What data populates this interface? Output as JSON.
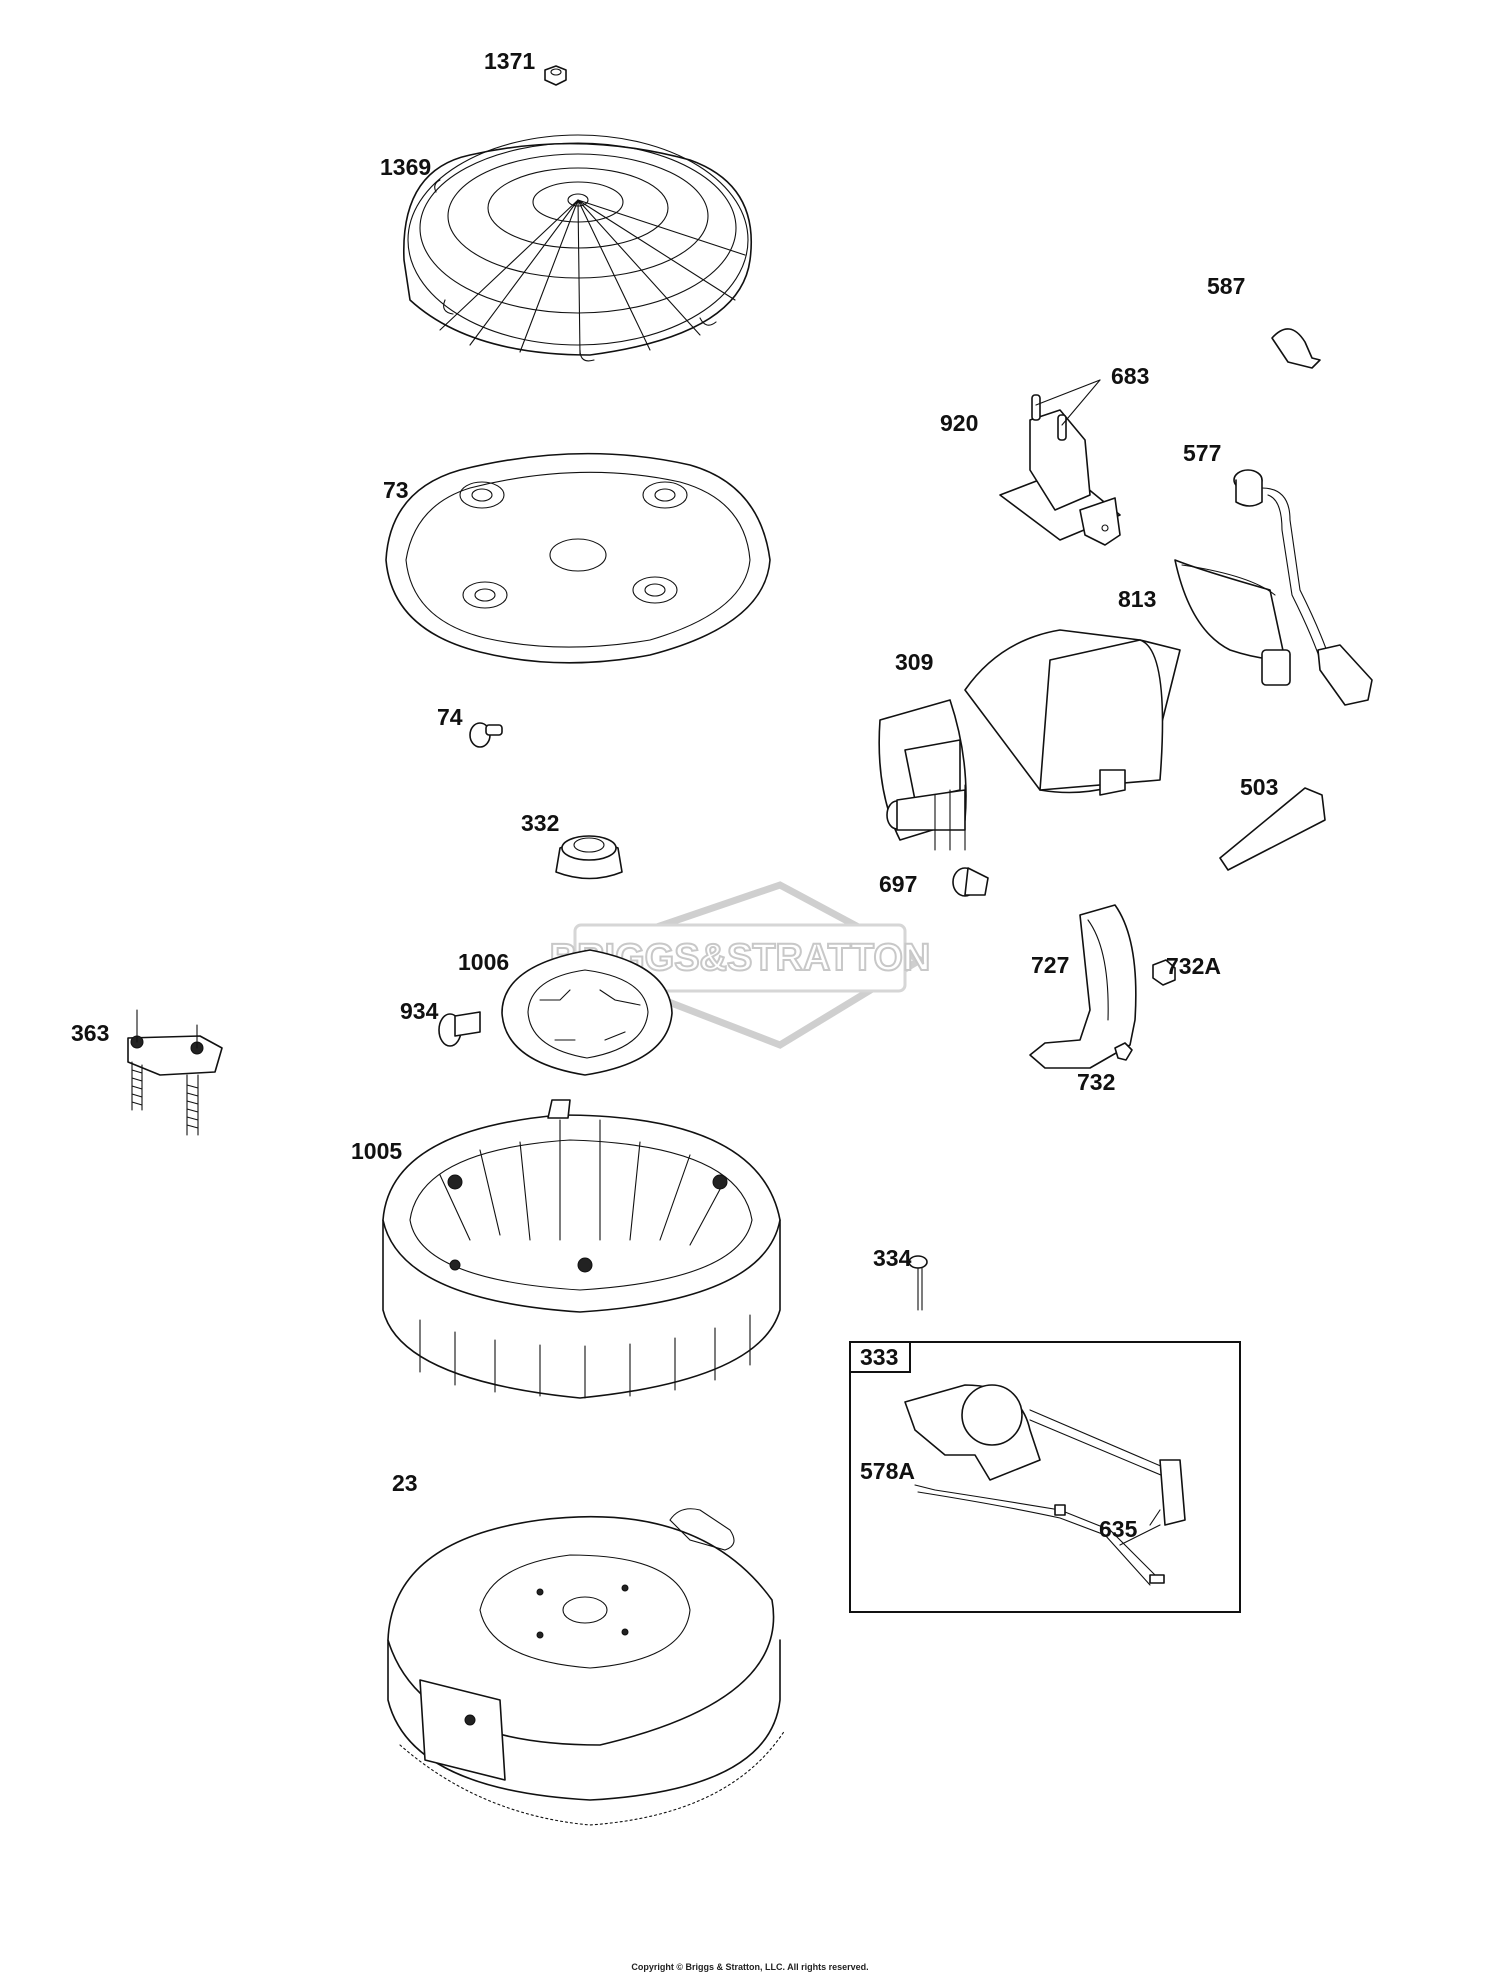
{
  "labels": {
    "l1371": "1371",
    "l1369": "1369",
    "l587": "587",
    "l683": "683",
    "l920": "920",
    "l577": "577",
    "l73": "73",
    "l813": "813",
    "l309": "309",
    "l74": "74",
    "l503": "503",
    "l332": "332",
    "l697": "697",
    "l1006": "1006",
    "l732A": "732A",
    "l727": "727",
    "l934": "934",
    "l363": "363",
    "l732": "732",
    "l1005": "1005",
    "l334": "334",
    "l333": "333",
    "l578A": "578A",
    "l23": "23",
    "l635": "635"
  },
  "watermark": {
    "text": "BRIGGS&STRATTON"
  },
  "footer": {
    "copyright": "Copyright © Briggs & Stratton, LLC. All rights reserved."
  },
  "colors": {
    "line": "#111111",
    "watermark": "#cfcfcf",
    "background": "#ffffff"
  }
}
